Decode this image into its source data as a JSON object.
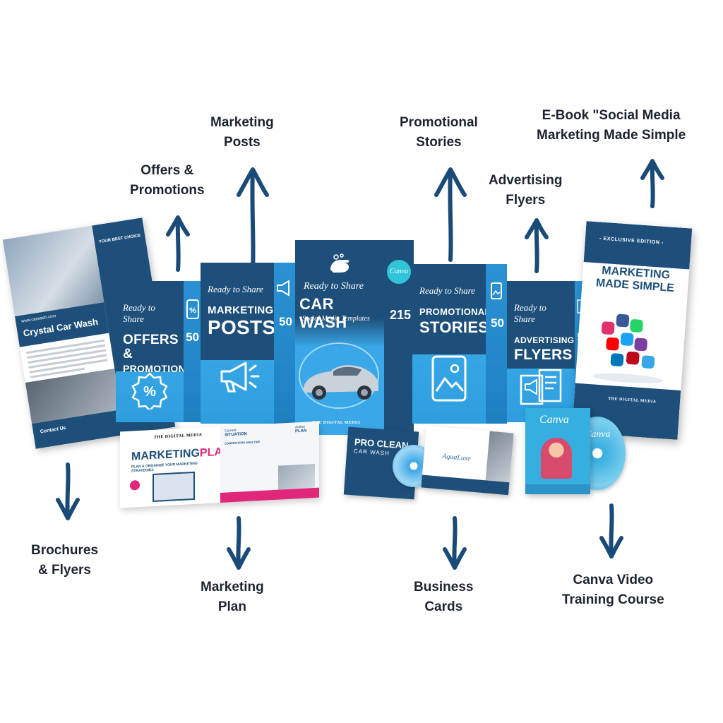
{
  "callouts": {
    "marketing_posts": [
      "Marketing",
      "Posts"
    ],
    "offers_promotions": [
      "Offers &",
      "Promotions"
    ],
    "promotional_stories": [
      "Promotional",
      "Stories"
    ],
    "advertising_flyers": [
      "Advertising",
      "Flyers"
    ],
    "ebook": [
      "E-Book \"Social Media",
      "Marketing Made Simple"
    ],
    "brochures_flyers": [
      "Brochures",
      "& Flyers"
    ],
    "marketing_plan": [
      "Marketing",
      "Plan"
    ],
    "business_cards": [
      "Business",
      "Cards"
    ],
    "canva_course": [
      "Canva Video",
      "Training Course"
    ]
  },
  "boxes": {
    "offers": {
      "tagline": "Ready to Share",
      "title_1": "Offers &",
      "title_2": "Promotions",
      "count": "50"
    },
    "posts": {
      "tagline": "Ready to Share",
      "title_1": "Marketing",
      "title_2": "Posts",
      "count": "50"
    },
    "carwash": {
      "tagline": "Ready to Share",
      "title": "Car Wash",
      "subtitle": "Social Media Templates",
      "count": "215",
      "badge": "Canva"
    },
    "stories": {
      "tagline": "Ready to Share",
      "title_1": "Promotional",
      "title_2": "Stories",
      "count": "50"
    },
    "flyers": {
      "tagline": "Ready to Share",
      "title_1": "Advertising",
      "title_2": "Flyers",
      "count": "50"
    }
  },
  "brochure": {
    "business_name": "Crystal Car Wash",
    "website": "www.carwash.com",
    "best_choice": "YOUR BEST CHOICE",
    "contact": "Contact Us"
  },
  "plan": {
    "title_a": "MARKETING",
    "title_b": "PLAN",
    "subtitle": "PLAN & ORGANIZE YOUR MARKETING STRATEGIES",
    "current": "Current",
    "situation": "SITUATION",
    "action": "Action",
    "action_plan": "PLAN",
    "competitors": "COMPETITORS ANALYSIS"
  },
  "cards": {
    "card1_title_1": "PRO CLEAN",
    "card1_title_2": "CAR WASH",
    "card2_title": "AquaLuxe"
  },
  "canva": {
    "logo": "Canva",
    "logo_disc": "Canva"
  },
  "ebook": {
    "tag": "- EXCLUSIVE EDITION -",
    "title_1": "SOCIAL MEDIA",
    "title_2": "MARKETING",
    "title_3": "MADE SIMPLE"
  },
  "brand": "THE DIGITAL MEDIA",
  "colors": {
    "navy": "#1e4f7a",
    "sky": "#3aa8e8",
    "arrow": "#1a4a78",
    "pink": "#e1277a"
  }
}
